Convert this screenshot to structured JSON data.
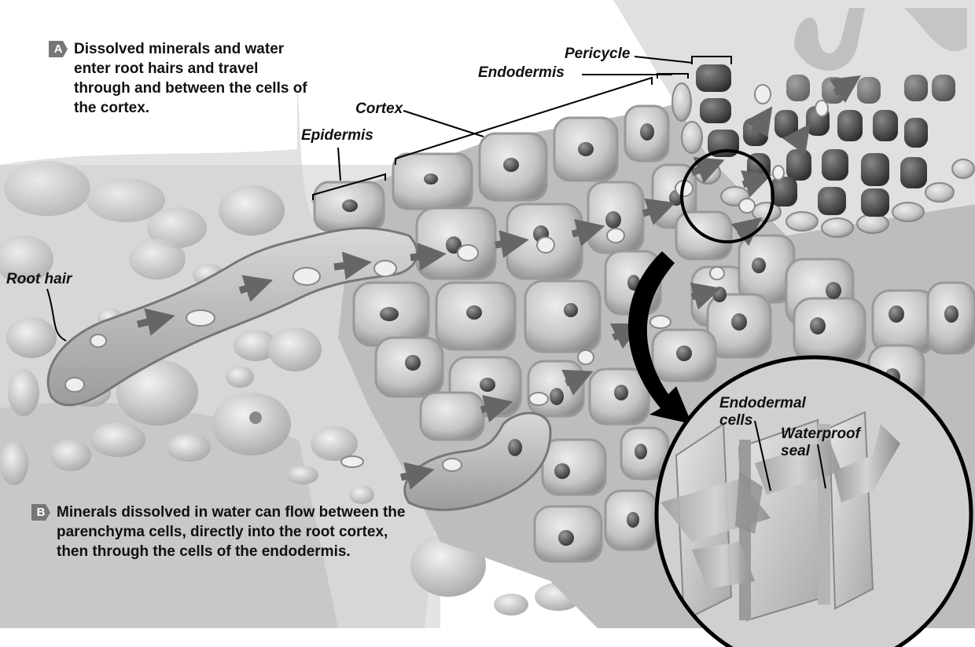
{
  "steps": [
    {
      "badge": "A",
      "text": "Dissolved minerals and water enter root hairs and travel through and between the cells of the cortex."
    },
    {
      "badge": "B",
      "text": "Minerals dissolved in water can flow between the parenchyma cells, directly into the root cortex, then through the cells of the endodermis."
    }
  ],
  "labels": {
    "pericycle": "Pericycle",
    "endodermis": "Endodermis",
    "cortex": "Cortex",
    "epidermis": "Epidermis",
    "root_hair": "Root hair",
    "endodermal_cells_1": "Endodermal",
    "endodermal_cells_2": "cells",
    "waterproof_seal_1": "Waterproof",
    "waterproof_seal_2": "seal"
  }
}
